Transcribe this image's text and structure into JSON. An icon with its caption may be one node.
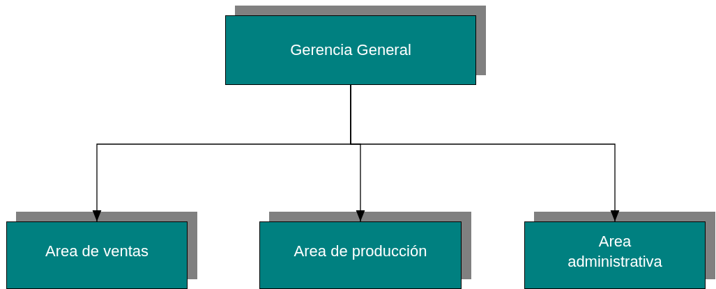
{
  "diagram": {
    "nodes": [
      {
        "text": [
          "Gerencia General"
        ]
      },
      {
        "text": [
          "Area de ventas"
        ]
      },
      {
        "text": [
          "Area de producción"
        ]
      },
      {
        "text": [
          "Area administrativa"
        ]
      }
    ],
    "edges": [
      {
        "from": 0,
        "to": 1,
        "arrow": "to"
      },
      {
        "from": 0,
        "to": 2,
        "arrow": "to"
      },
      {
        "from": 0,
        "to": 3,
        "arrow": "to"
      }
    ]
  }
}
